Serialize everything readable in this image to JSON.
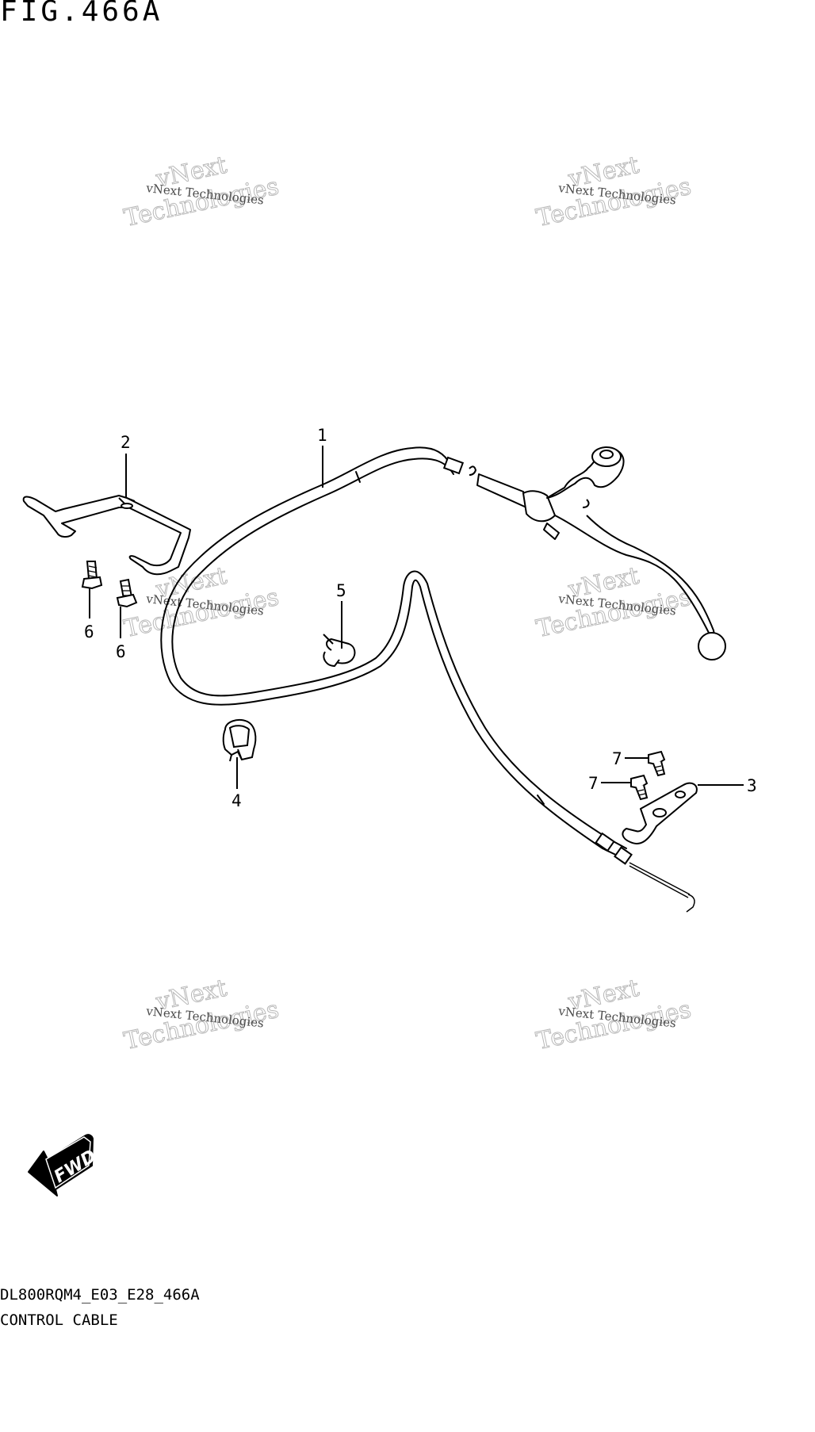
{
  "figure": {
    "title": "FIG.466A",
    "diagram_code": "DL800RQM4_E03_E28_466A",
    "diagram_name": "CONTROL CABLE"
  },
  "callouts": [
    {
      "id": "1",
      "label": "1"
    },
    {
      "id": "2",
      "label": "2"
    },
    {
      "id": "3",
      "label": "3"
    },
    {
      "id": "4",
      "label": "4"
    },
    {
      "id": "5",
      "label": "5"
    },
    {
      "id": "6a",
      "label": "6"
    },
    {
      "id": "6b",
      "label": "6"
    },
    {
      "id": "7a",
      "label": "7"
    },
    {
      "id": "7b",
      "label": "7"
    }
  ],
  "watermark": {
    "line_small": "vNext Technologies",
    "line_big_1": "vNext",
    "line_big_2": "Technologies"
  },
  "fwd_badge": {
    "label": "FWD"
  }
}
